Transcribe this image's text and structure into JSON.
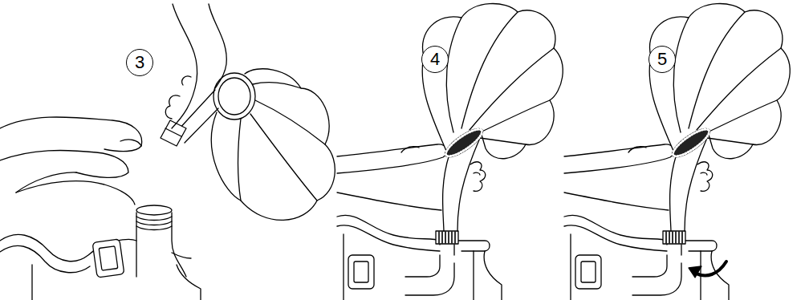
{
  "diagram": {
    "nodes": [
      {
        "text": [
          "3"
        ]
      },
      {
        "text": [
          "4"
        ]
      },
      {
        "text": [
          "5"
        ]
      }
    ]
  }
}
